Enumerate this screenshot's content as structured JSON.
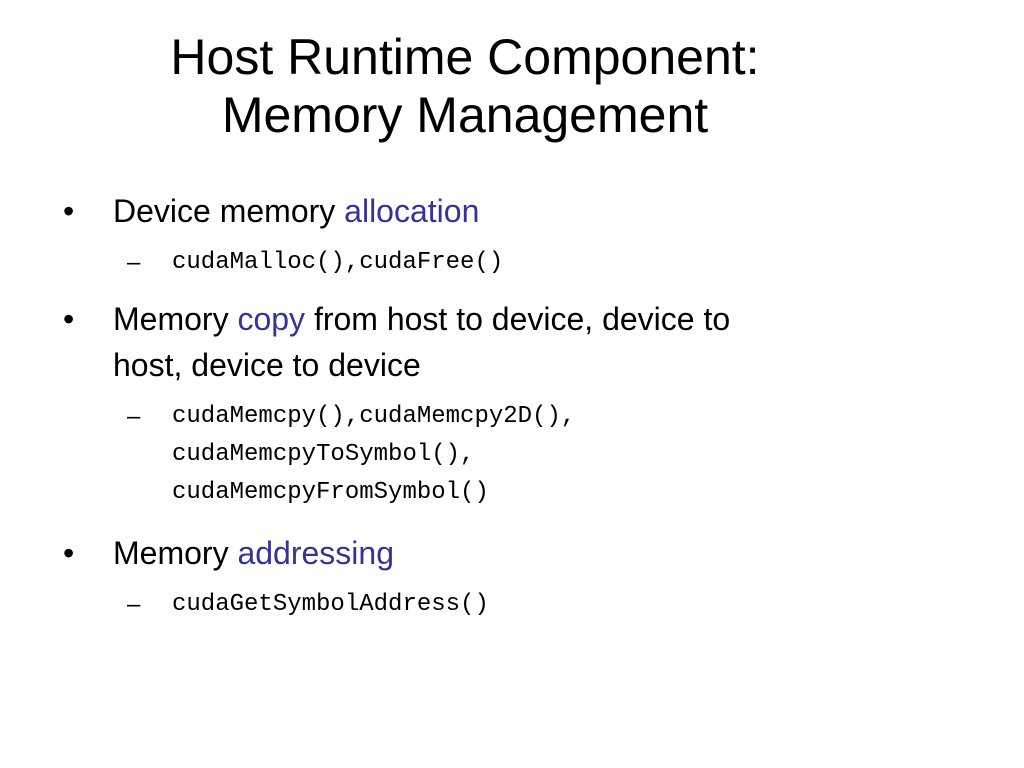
{
  "slide": {
    "title_lines": [
      "Host Runtime Component:",
      "Memory Management"
    ],
    "bullet_symbol": "•",
    "sub_symbol": "–",
    "bullets": [
      {
        "prefix": "Device memory ",
        "highlight": "allocation",
        "suffix_line1": "",
        "line2": "",
        "sub": [
          "cudaMalloc(),cudaFree()"
        ]
      },
      {
        "prefix": "Memory ",
        "highlight": "copy",
        "suffix_line1": " from host to device, device to",
        "line2": "host, device to device",
        "sub": [
          "cudaMemcpy(),cudaMemcpy2D(),",
          "cudaMemcpyToSymbol(),",
          "cudaMemcpyFromSymbol()"
        ]
      },
      {
        "prefix": "Memory ",
        "highlight": "addressing",
        "suffix_line1": "",
        "line2": "",
        "sub": [
          "cudaGetSymbolAddress()"
        ]
      }
    ],
    "highlight_color": "#333399"
  }
}
